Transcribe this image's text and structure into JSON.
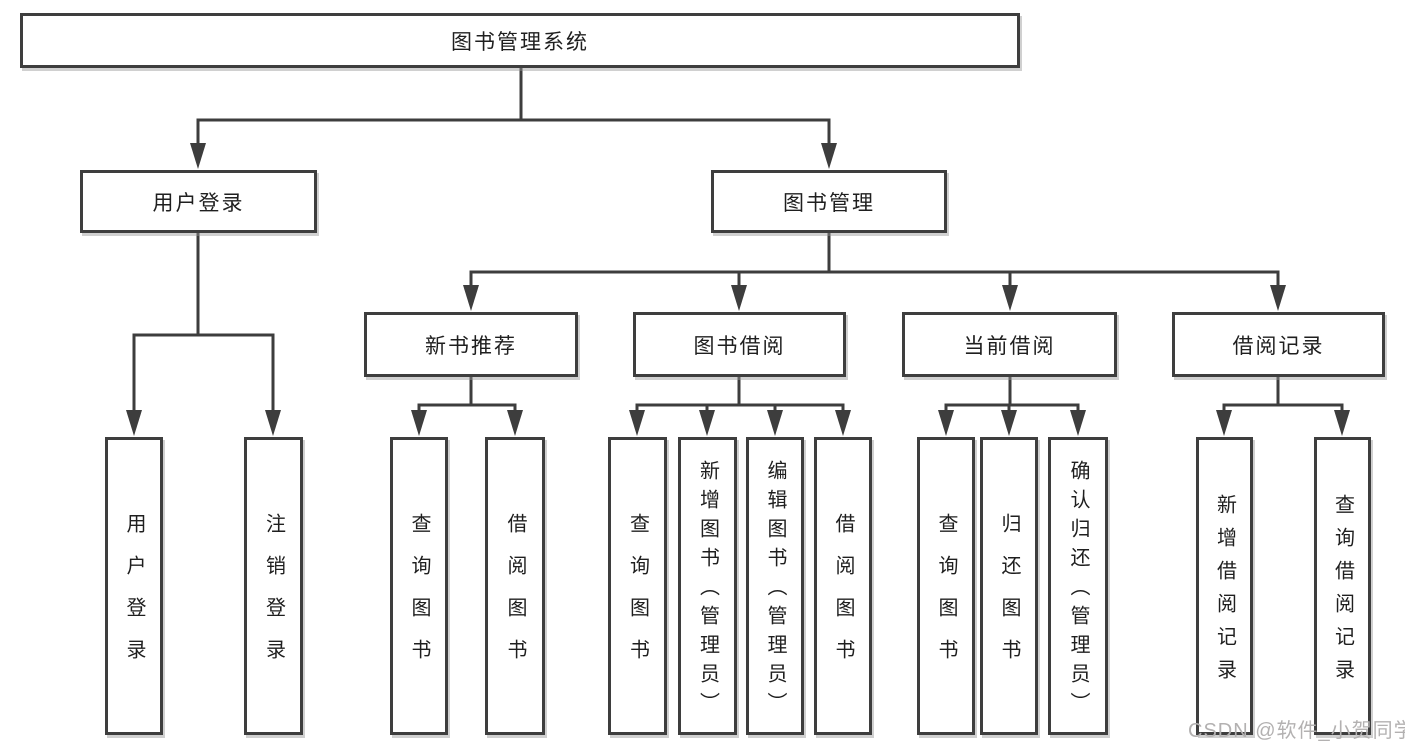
{
  "colors": {
    "background": "#ffffff",
    "line": "#3d3d3d",
    "box_border": "#3e3e3e",
    "text": "#1f1f1f",
    "watermark": "#b3b1b1"
  },
  "diagram_type": "hierarchy-tree",
  "tree": {
    "label": "图书管理系统",
    "children": [
      {
        "label": "用户登录",
        "children": [
          {
            "label": "用户登录"
          },
          {
            "label": "注销登录"
          }
        ]
      },
      {
        "label": "图书管理",
        "children": [
          {
            "label": "新书推荐",
            "children": [
              {
                "label": "查询图书"
              },
              {
                "label": "借阅图书"
              }
            ]
          },
          {
            "label": "图书借阅",
            "children": [
              {
                "label": "查询图书"
              },
              {
                "label": "新增图书（管理员）"
              },
              {
                "label": "编辑图书（管理员）"
              },
              {
                "label": "借阅图书"
              }
            ]
          },
          {
            "label": "当前借阅",
            "children": [
              {
                "label": "查询图书"
              },
              {
                "label": "归还图书"
              },
              {
                "label": "确认归还（管理员）"
              }
            ]
          },
          {
            "label": "借阅记录",
            "children": [
              {
                "label": "新增借阅记录"
              },
              {
                "label": "查询借阅记录"
              }
            ]
          }
        ]
      }
    ]
  },
  "watermark": {
    "text": "CSDN @软件_小贺同学"
  }
}
